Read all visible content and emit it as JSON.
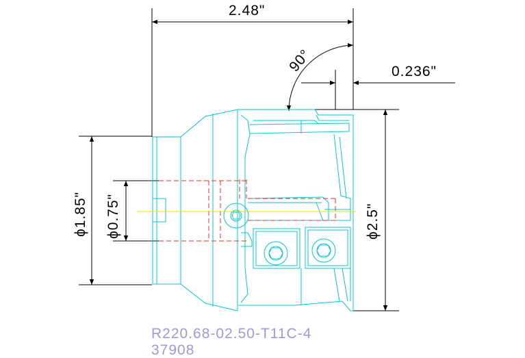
{
  "dimensions": {
    "overall_length": "2.48\"",
    "angle": "90°",
    "step": "0.236\"",
    "shank_diameter": "ϕ1.85\"",
    "bore_diameter": "ϕ0.75\"",
    "cutter_diameter": "ϕ2.5\""
  },
  "part": {
    "number": "R220.68-02.50-T11C-4",
    "code": "37908"
  },
  "colors": {
    "dimension": "#000000",
    "outline": "#00c8d6",
    "hidden": "#e03030",
    "centerline": "#e8e000",
    "label": "#9b9bd8"
  }
}
